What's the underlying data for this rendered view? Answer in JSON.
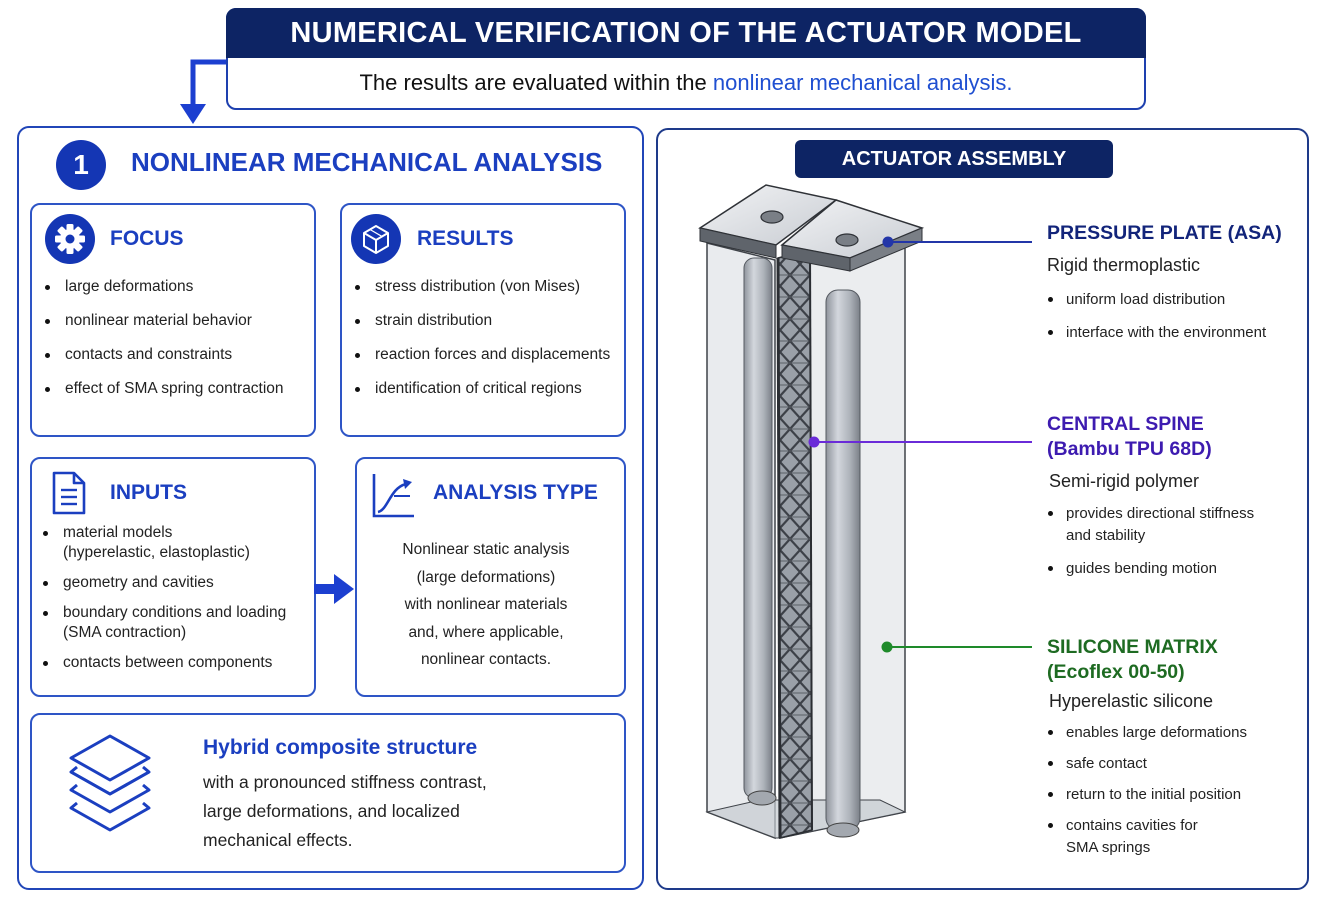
{
  "header": {
    "title": "NUMERICAL VERIFICATION OF THE ACTUATOR MODEL",
    "subtitle_prefix": "The results are evaluated within the ",
    "subtitle_highlight": "nonlinear mechanical analysis."
  },
  "analysis": {
    "number": "1",
    "title": "NONLINEAR MECHANICAL ANALYSIS",
    "focus": {
      "title": "FOCUS",
      "icon": "gear-icon",
      "items": [
        "large deformations",
        "nonlinear material behavior",
        "contacts and constraints",
        "effect of SMA spring contraction"
      ]
    },
    "results": {
      "title": "RESULTS",
      "icon": "cube-icon",
      "items": [
        "stress distribution (von Mises)",
        "strain distribution",
        "reaction forces and displacements",
        "identification of critical regions"
      ]
    },
    "inputs": {
      "title": "INPUTS",
      "icon": "document-icon",
      "items": [
        [
          "material models",
          "(hyperelastic, elastoplastic)"
        ],
        [
          "geometry and cavities"
        ],
        [
          "boundary conditions and loading",
          "(SMA contraction)"
        ],
        [
          "contacts between components"
        ]
      ]
    },
    "analysis_type": {
      "title": "ANALYSIS TYPE",
      "icon": "curve-chart-icon",
      "lines": [
        "Nonlinear static analysis",
        "(large deformations)",
        "with nonlinear materials",
        "and, where applicable,",
        "nonlinear contacts."
      ]
    },
    "hybrid": {
      "icon": "layers-icon",
      "title": "Hybrid composite structure",
      "lines": [
        "with a pronounced stiffness contrast,",
        "large deformations, and localized",
        "mechanical effects."
      ]
    }
  },
  "assembly": {
    "title": "ACTUATOR ASSEMBLY",
    "components": [
      {
        "title_lines": [
          "PRESSURE PLATE (ASA)"
        ],
        "subtitle": "Rigid thermoplastic",
        "items": [
          [
            "uniform load distribution"
          ],
          [
            "interface with the environment"
          ]
        ],
        "color": "#12247a"
      },
      {
        "title_lines": [
          "CENTRAL SPINE",
          "(Bambu TPU 68D)"
        ],
        "subtitle": "Semi-rigid polymer",
        "items": [
          [
            "provides directional stiffness",
            "and stability"
          ],
          [
            "guides bending motion"
          ]
        ],
        "color": "#3d1bb0"
      },
      {
        "title_lines": [
          "SILICONE MATRIX",
          "(Ecoflex 00-50)"
        ],
        "subtitle": "Hyperelastic silicone",
        "items": [
          [
            "enables large deformations"
          ],
          [
            "safe contact"
          ],
          [
            "return to the initial position"
          ],
          [
            "contains cavities for",
            "SMA springs"
          ]
        ],
        "color": "#1e6b22"
      }
    ]
  },
  "colors": {
    "navy": "#0d2464",
    "accent_blue": "#1b3fc0",
    "border_blue": "#2e55c6",
    "pressure_marker": "#2336a8",
    "spine_marker": "#6a2bd8",
    "silicone_marker": "#1e8a2a"
  }
}
